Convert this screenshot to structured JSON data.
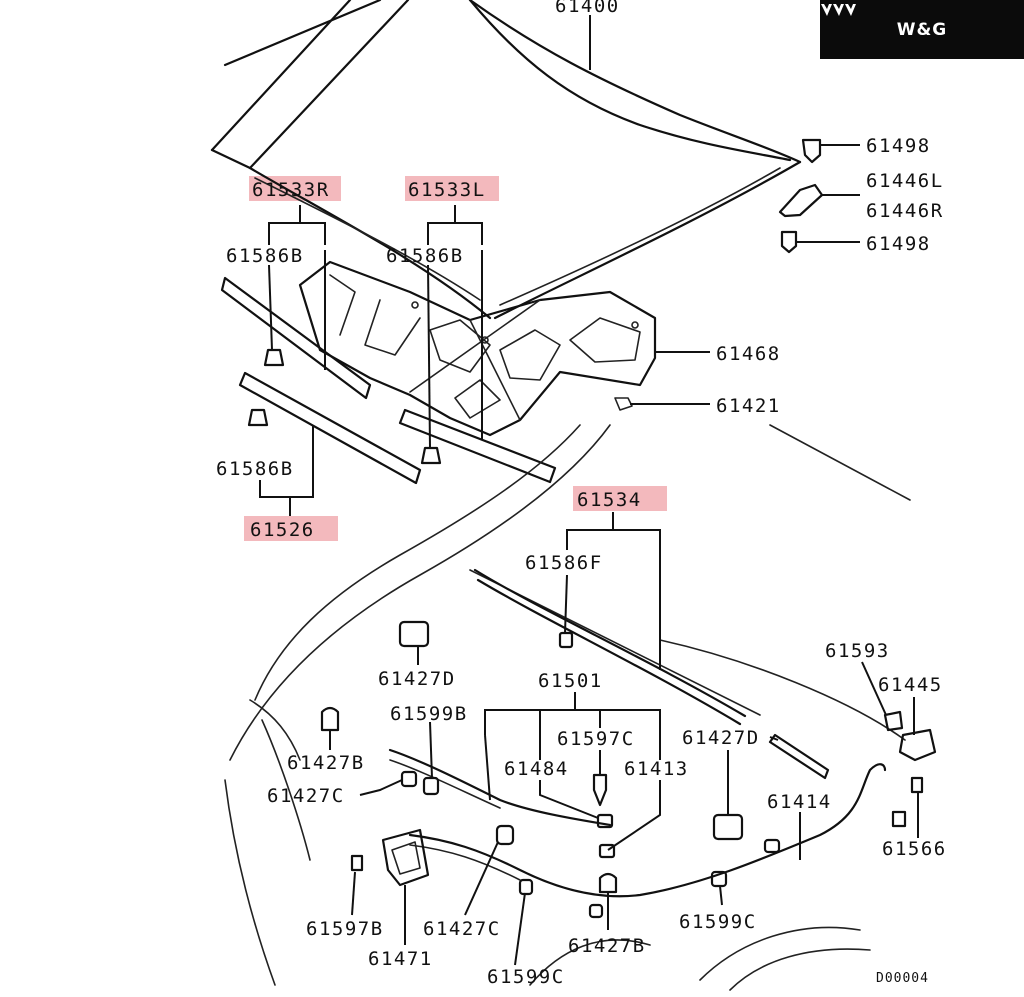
{
  "brand": {
    "name": "W&G",
    "logo_icon": "triple-chevron-logo-icon"
  },
  "diagram": {
    "code": "D00004",
    "highlight_color": "#f3b9bd",
    "parts": {
      "hood": "61400",
      "bumper_rear_a": "61498",
      "bumper_rear_b": "61498",
      "hinge_l": "61446L",
      "hinge_r": "61446R",
      "weatherstrip_r_kit": "61533R",
      "weatherstrip_l_kit": "61533L",
      "clip_b_1": "61586B",
      "clip_b_2": "61586B",
      "clip_b_3": "61586B",
      "insulator": "61468",
      "nut": "61421",
      "weatherstrip_front_kit": "61526",
      "weatherstrip_cowl_kit": "61534",
      "clip_f": "61586F",
      "bumper_d_1": "61427D",
      "bumper_d_2": "61427D",
      "cable_assy": "61501",
      "grommet_1": "61599B",
      "bolt_c": "61597C",
      "clip_a": "61484",
      "clip_b": "61413",
      "bumper_b_1": "61427B",
      "bumper_b_2": "61427B",
      "bumper_c_1": "61427C",
      "bumper_c_2": "61427C",
      "cable": "61414",
      "bracket": "61593",
      "switch": "61445",
      "clamp": "61566",
      "grommet_c_1": "61599C",
      "grommet_c_2": "61599C",
      "bolt_b": "61597B",
      "lock": "61471"
    }
  }
}
